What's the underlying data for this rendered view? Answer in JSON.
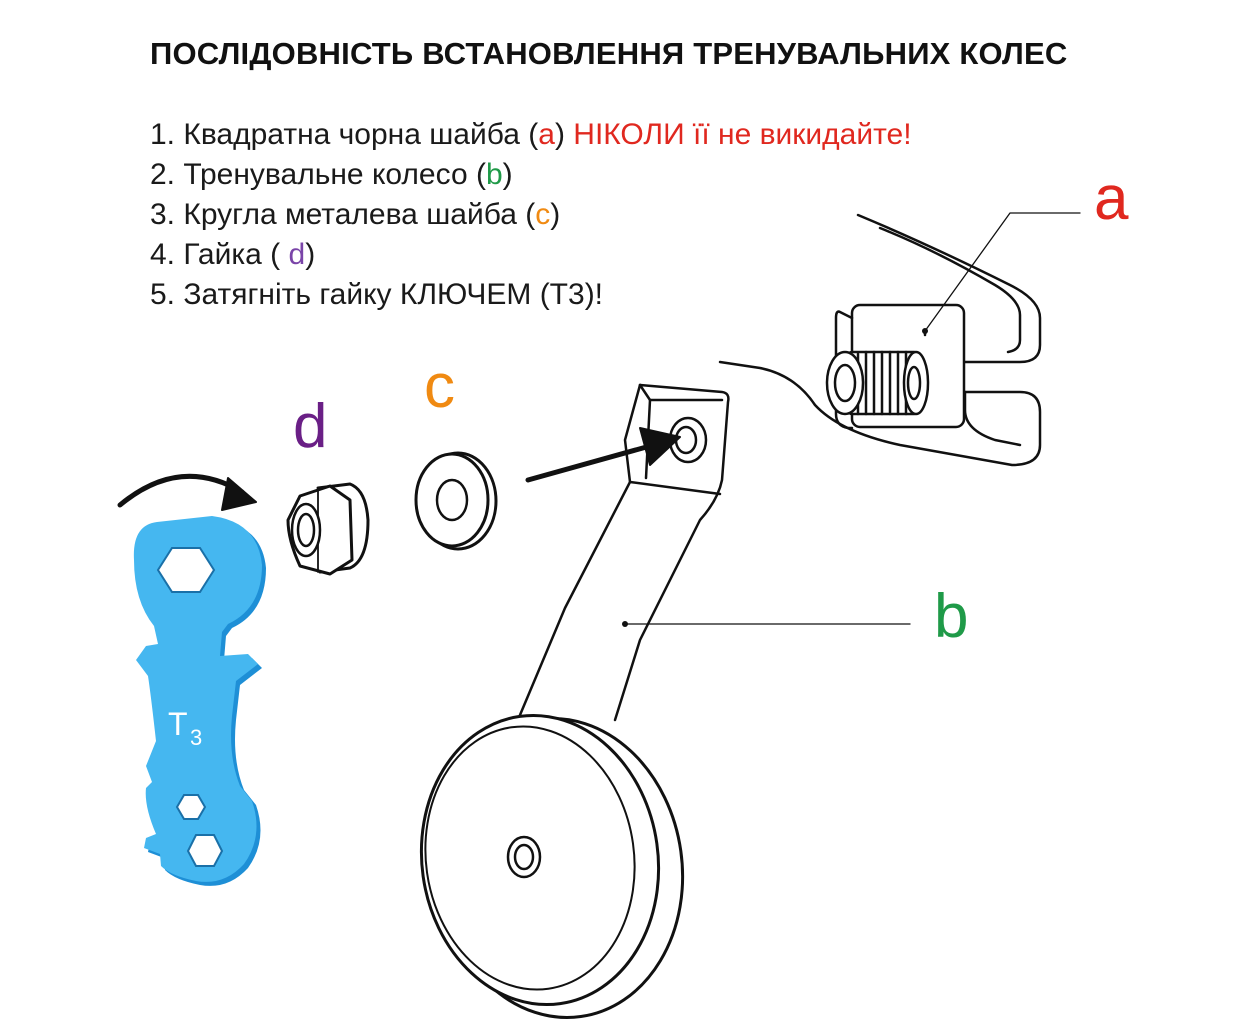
{
  "title": "ПОСЛІДОВНІСТЬ ВСТАНОВЛЕННЯ ТРЕНУВАЛЬНИХ КОЛЕС",
  "steps": [
    {
      "before": "1. Квадратна чорна шайба (",
      "code": "a",
      "after": ")",
      "warning": " НІКОЛИ її не викидайте!"
    },
    {
      "before": "2. Тренувальне колесо (",
      "code": "b",
      "after": ")"
    },
    {
      "before": "3. Кругла металева шайба (",
      "code": "c",
      "after": ")"
    },
    {
      "before": "4. Гайка ( ",
      "code": "d",
      "after": ")"
    },
    {
      "before": "5. Затягніть гайку КЛЮЧЕМ (Т3)!",
      "code": "",
      "after": ""
    }
  ],
  "labels": {
    "a": "a",
    "b": "b",
    "c": "c",
    "d": "d"
  },
  "wrench_label": {
    "main": "T",
    "sub": "3"
  },
  "colors": {
    "a": "#e0281f",
    "b": "#1f9a48",
    "c": "#f08a12",
    "d_label": "#6a1f86",
    "d_text": "#7a44a8",
    "wrench": "#1f9ae0",
    "line": "#111111"
  },
  "icons": [
    "wrench-icon",
    "rotate-arrow-icon",
    "insert-arrow-icon"
  ]
}
